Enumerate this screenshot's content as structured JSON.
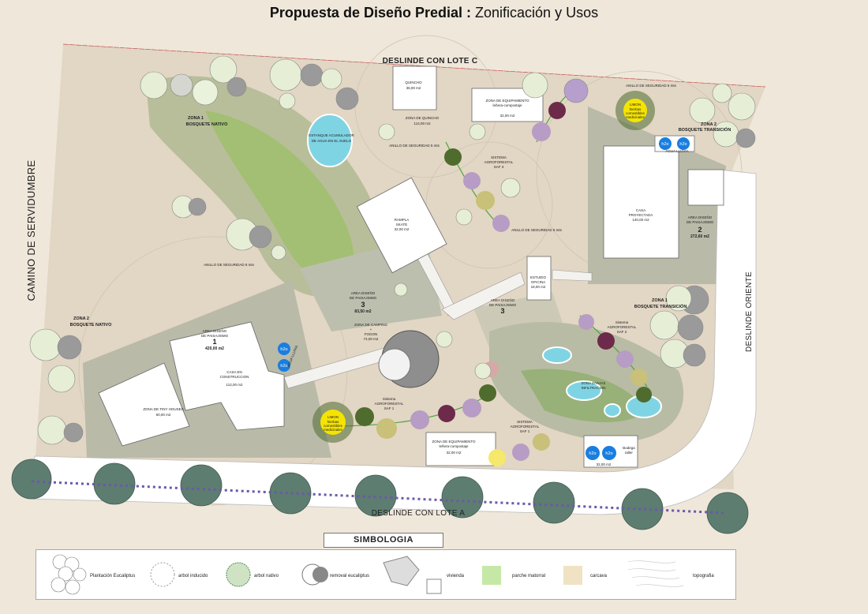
{
  "title": {
    "bold": "Propuesta de Diseño Predial :",
    "normal": "Zonificación y Usos"
  },
  "boundaries": {
    "north": "DESLINDE CON LOTE C",
    "south": "DESLINDE CON LOTE A",
    "east": "DESLINDE ORIENTE",
    "west": "CAMINO DE SERVIDUMBRE"
  },
  "labels": {
    "zona1_nativo_a": "ZONA 1",
    "zona1_nativo_b": "BOSQUETE NATIVO",
    "zona2_nativo_a": "ZONA 2",
    "zona2_nativo_b": "BOSQUETE NATIVO",
    "zona2_trans_a": "ZONA 2",
    "zona2_trans_b": "BOSQUETE TRANSICIÓN",
    "zona1_trans_a": "ZONA 1",
    "zona1_trans_b": "BOSQUETE TRANSICIÓN",
    "estanque_a": "ESTANQUE ACUMULADOR",
    "estanque_b": "DE AGUA EN EL SUELO",
    "quincho_a": "QUINCHO",
    "quincho_b": "36,00 m2",
    "zona_quincho_a": "ZONA DE QUINCHO",
    "zona_quincho_b": "114,00 m2",
    "equip_n_a": "ZONA DE EQUIPAMIENTO",
    "equip_n_b": "leñera-compostaje",
    "equip_n_c": "32,00 m2",
    "anillo_n": "ANILLO DE SEGURIDAD 5 mts",
    "anillo_ne": "ANILLO DE SEGURIDAD 6 mts",
    "anillo_c": "ANILLO DE SEGURIDAD 5 mts",
    "anillo_w": "ANILLO DE SEGURIDAD 8 mts",
    "saf3_a": "SISTEMA",
    "saf3_b": "AGROFORESTAL",
    "saf3_c": "SAF 3",
    "saf2_a": "Sistema",
    "saf2_b": "AGROFORESTAL",
    "saf2_c": "SAF 2",
    "saf1_a": "Sistema",
    "saf1_b": "AGROFORESTAL",
    "saf1_c": "SAF 1",
    "saf1b_a": "SISTEMA",
    "saf1b_b": "AGROFORESTAL",
    "saf1b_c": "SAF 1",
    "rampla_a": "RAMPLA",
    "rampla_b": "SKATE",
    "rampla_c": "32,00 m2",
    "casa_p_a": "CASA",
    "casa_p_b": "PROYECTADA",
    "casa_p_c": "140,00 m2",
    "area2_a": "AREA  DISEÑO",
    "area2_b": "DE PAISAJISMO",
    "area2_num": "2",
    "area2_c": "272,60 m2",
    "estudio_a": "ESTUDIO",
    "estudio_b": "OFICINA",
    "estudio_c": "18,00 m2",
    "area3c_a": "AREA  DISEÑO",
    "area3c_b": "DE PAISAJISMO",
    "area3c_num": "3",
    "area3w_a": "AREA  DISEÑO",
    "area3w_b": "DE PAISAJISMO",
    "area3w_num": "3",
    "area3w_c": "83,50 m2",
    "camping_a": "ZONA DE CAMPING",
    "camping_b": "+",
    "camping_c": "FOGON",
    "camping_d": "74,00 m2",
    "area1_a": "AREA  DISEÑO",
    "area1_b": "DE PAISAJISMO",
    "area1_num": "1",
    "area1_c": "420,00 m2",
    "casa_c_a": "CASA EN",
    "casa_c_b": "CONSTRUCCION",
    "casa_c_c": "112,00 m2",
    "tiny_a": "ZONA DE TINY HOUSES",
    "tiny_b": "60,00 m2",
    "zanjas_a": "ZONA ZANJAS",
    "zanjas_b": "INFILTRACION",
    "equip_s_a": "ZONA DE EQUIPAMIENTO",
    "equip_s_b": "leñera-compostaje",
    "equip_s_c": "32,00 m2",
    "bodega_a": "Bodega",
    "bodega_b": "taller",
    "bodega_area": "32,00 m2",
    "limon": "LIMON",
    "limon_sub1": "hierbas",
    "limon_sub2": "comestibles",
    "limon_sub3": "medicinales",
    "h2o": "h2o",
    "agua_lluvia": "AGUA LLUVIA"
  },
  "legend": {
    "title": "SIMBOLOGIA",
    "items": [
      {
        "label": "Plantación Eucaliptus"
      },
      {
        "label": "arbol inducido"
      },
      {
        "label": "arbol nativo"
      },
      {
        "label": "removal eucaliptus"
      },
      {
        "label": "vivienda"
      },
      {
        "label": "parche matorral",
        "color": "#c6e8a6"
      },
      {
        "label": "carcava",
        "color": "#efe3c4"
      },
      {
        "label": "topografia"
      }
    ]
  },
  "colors": {
    "background": "#efe7da",
    "lot": "#e2d6c4",
    "zone_grey": "#b9baa8",
    "native_green": "#8fae6d",
    "matorral": "#c6e8a6",
    "road": "#ffffff",
    "water": "#7fd4e4",
    "lemon": "#f5e400",
    "h2o_tank": "#1a7ee0"
  }
}
